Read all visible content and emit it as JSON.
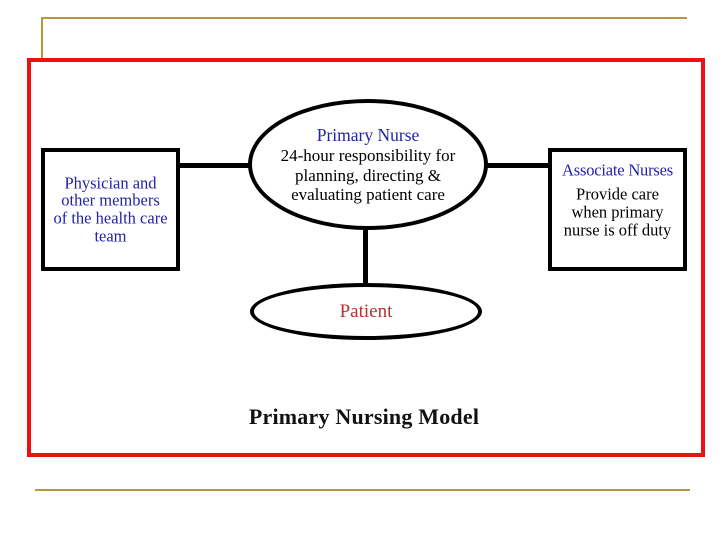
{
  "slide": {
    "title": "Primary Nursing Model",
    "frame_color": "#ee1111",
    "rule_color": "#b59a3c"
  },
  "diagram": {
    "center_node": {
      "shape": "ellipse",
      "heading": "Primary Nurse",
      "heading_color": "#2222aa",
      "body_lines": [
        "24-hour responsibility for",
        "planning, directing &",
        "evaluating patient care"
      ],
      "body_color": "#000000"
    },
    "left_node": {
      "shape": "rectangle",
      "text_color": "#2222aa",
      "lines": [
        "Physician and",
        "other members",
        "of the health care",
        "team"
      ]
    },
    "right_node": {
      "shape": "rectangle",
      "heading": "Associate Nurses",
      "heading_color": "#2222aa",
      "body_color": "#000000",
      "body_lines": [
        "Provide care",
        "when primary",
        "nurse is off duty"
      ]
    },
    "bottom_node": {
      "shape": "ellipse",
      "label": "Patient",
      "label_color": "#b33232"
    },
    "connectors": [
      {
        "name": "left-connector",
        "from": "left_node",
        "to": "center_node"
      },
      {
        "name": "right-connector",
        "from": "center_node",
        "to": "right_node"
      },
      {
        "name": "bottom-connector",
        "from": "center_node",
        "to": "bottom_node"
      }
    ]
  }
}
